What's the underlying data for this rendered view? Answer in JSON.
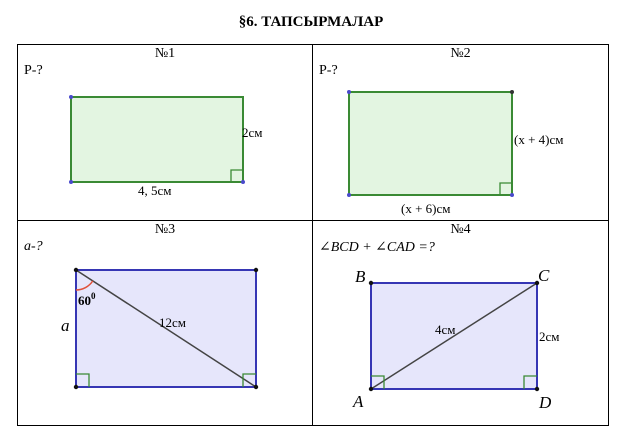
{
  "title": "§6. ТАПСЫРМАЛАР",
  "tasks": [
    {
      "number": "№1",
      "question": "P-?",
      "labels": {
        "side": "2см",
        "bottom": "4, 5см"
      }
    },
    {
      "number": "№2",
      "question": "P-?",
      "labels": {
        "side": "(x + 4)см",
        "bottom": "(x + 6)см"
      }
    },
    {
      "number": "№3",
      "question": "a-?",
      "labels": {
        "angle_value": "60",
        "angle_degree": "0",
        "side": "a",
        "diagonal": "12см"
      }
    },
    {
      "number": "№4",
      "question": "∠BCD + ∠CAD =?",
      "labels": {
        "B": "B",
        "C": "C",
        "A": "A",
        "D": "D",
        "diagonal": "4см",
        "side": "2см"
      }
    }
  ],
  "colors": {
    "green_fill": "#e3f5e1",
    "green_stroke": "#3a8a34",
    "blue_fill": "#e6e6fb",
    "blue_stroke": "#3636b4",
    "angle_arc": "#e0503a"
  }
}
